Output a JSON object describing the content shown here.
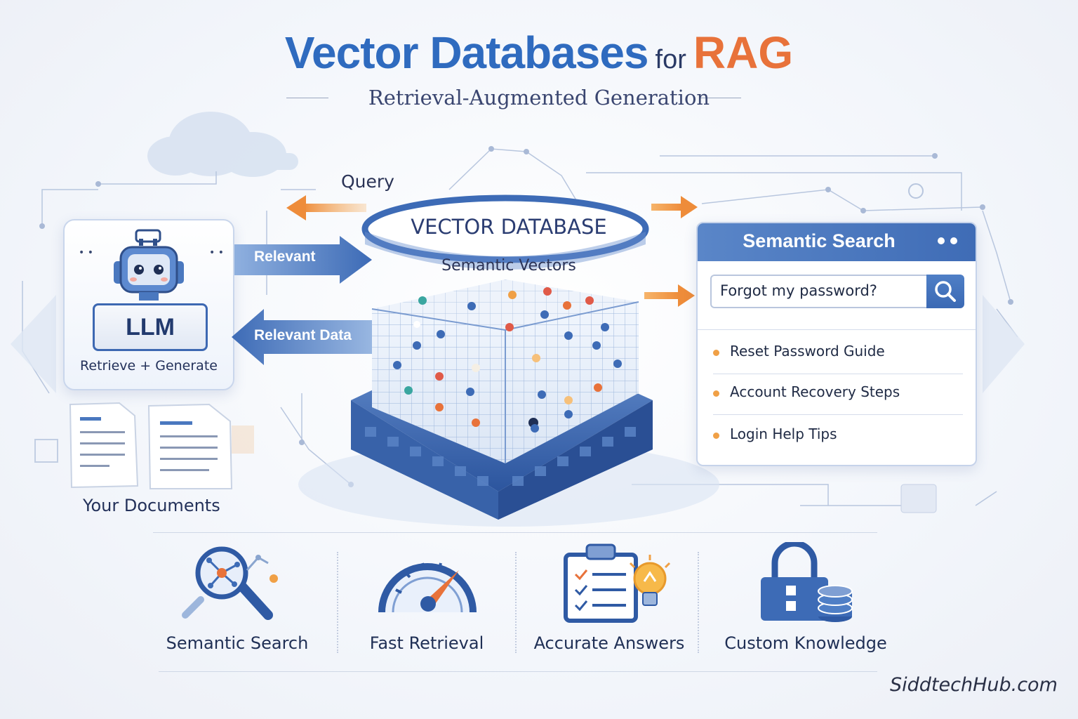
{
  "title": {
    "main": "Vector Databases",
    "for": "for",
    "accent": "RAG"
  },
  "subtitle": "Retrieval-Augmented Generation",
  "flow": {
    "query": "Query",
    "relevant": "Relevant",
    "relevant_data": "Relevant Data"
  },
  "llm": {
    "label": "LLM",
    "caption": "Retrieve + Generate"
  },
  "database": {
    "ring_label": "VECTOR DATABASE",
    "vectors_label": "Semantic Vectors"
  },
  "search_panel": {
    "title": "Semantic Search",
    "query": "Forgot my password?",
    "results": [
      "Reset Password Guide",
      "Account Recovery Steps",
      "Login Help Tips"
    ]
  },
  "documents": {
    "label": "Your Documents"
  },
  "features": [
    "Semantic Search",
    "Fast Retrieval",
    "Accurate Answers",
    "Custom Knowledge"
  ],
  "credit": "SiddtechHub.com",
  "colors": {
    "primary_blue": "#3d6bb6",
    "accent_orange": "#e8723a",
    "title_blue": "#2f6bbf"
  },
  "icons": [
    "cloud-icon",
    "robot-icon",
    "document-icon",
    "search-icon",
    "magnifier-network-icon",
    "speedometer-icon",
    "checklist-icon",
    "lightbulb-icon",
    "padlock-icon",
    "database-icon"
  ]
}
